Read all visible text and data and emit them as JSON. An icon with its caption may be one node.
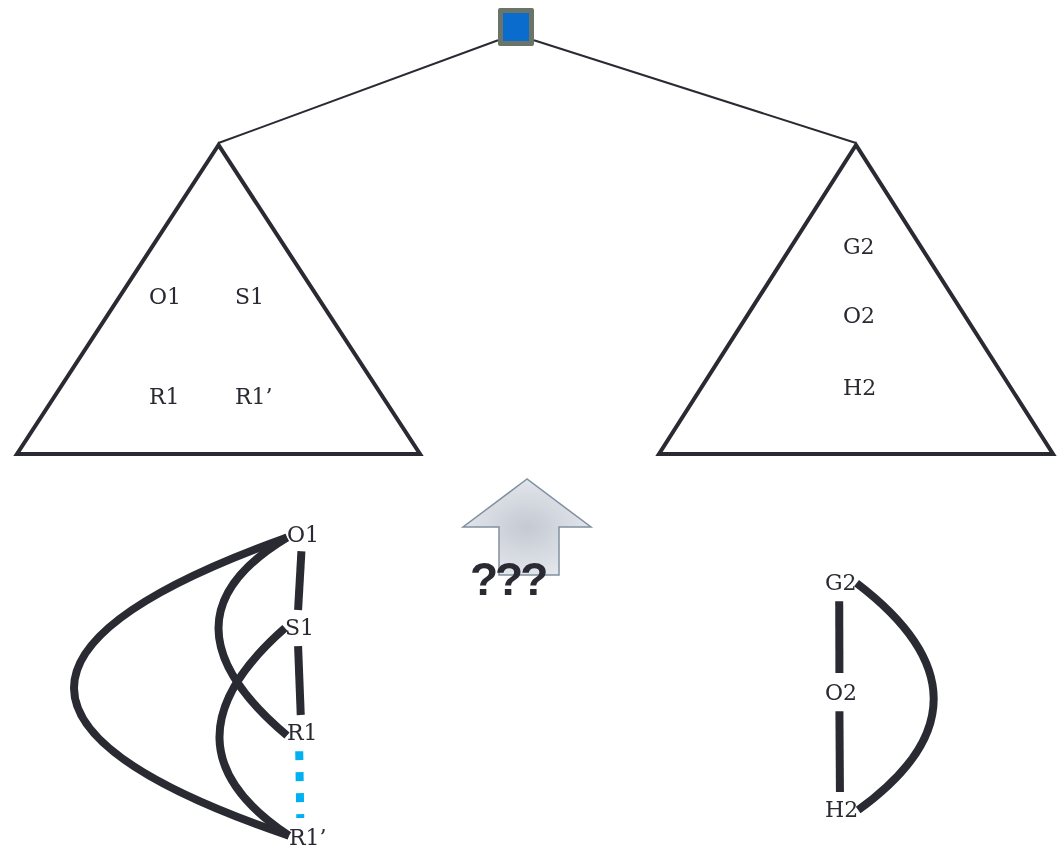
{
  "diagram": {
    "nodes": [
      {
        "text": [],
        "shape": "box"
      },
      {
        "text": [
          "O1",
          "S1",
          "R1",
          "R1’"
        ]
      },
      {
        "text": [
          "G2",
          "O2",
          "H2"
        ]
      },
      {
        "text": [
          "???"
        ]
      },
      {
        "text": [
          "O1"
        ]
      },
      {
        "text": [
          "S1"
        ]
      },
      {
        "text": [
          "R1"
        ]
      },
      {
        "text": [
          "R1’"
        ]
      },
      {
        "text": [
          "G2"
        ]
      },
      {
        "text": [
          "O2"
        ]
      },
      {
        "text": [
          "H2"
        ]
      }
    ],
    "edges": [
      {
        "from": 0,
        "to": 1,
        "arrow": "none"
      },
      {
        "from": 0,
        "to": 2,
        "arrow": "none"
      },
      {
        "from": 4,
        "to": 5,
        "arrow": "none"
      },
      {
        "from": 5,
        "to": 6,
        "arrow": "none"
      },
      {
        "from": 6,
        "to": 7,
        "arrow": "none",
        "style": "dashed",
        "color": "#00b0f0"
      },
      {
        "from": 4,
        "to": 7,
        "arrow": "none"
      },
      {
        "from": 4,
        "to": 6,
        "arrow": "none"
      },
      {
        "from": 5,
        "to": 7,
        "arrow": "none"
      },
      {
        "from": 8,
        "to": 9,
        "arrow": "none"
      },
      {
        "from": 9,
        "to": 10,
        "arrow": "none"
      },
      {
        "from": 8,
        "to": 10,
        "arrow": "none"
      }
    ]
  }
}
